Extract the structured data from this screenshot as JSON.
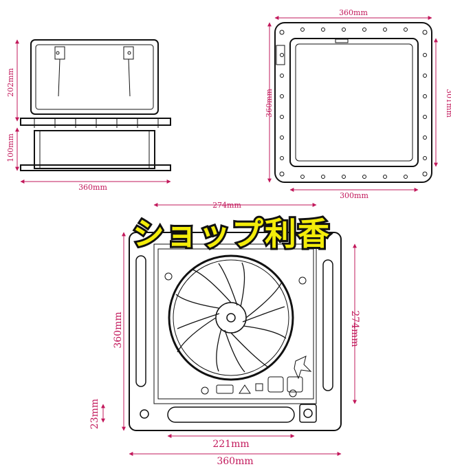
{
  "watermark": "ショップ利香",
  "colors": {
    "dimension": "#c2185b",
    "line": "#111111",
    "watermark_fill": "#f3ec0a"
  },
  "side_view": {
    "height_upper": "202mm",
    "height_lower": "100mm",
    "width": "360mm"
  },
  "top_view": {
    "width_top": "360mm",
    "height_left": "360mm",
    "height_right": "301mm",
    "width_bottom": "300mm"
  },
  "bottom_view": {
    "width_top": "274mm",
    "height_left": "360mm",
    "height_right": "274mm",
    "depth_bottom": "23mm",
    "vent_width": "221mm",
    "width_bottom": "360mm"
  }
}
